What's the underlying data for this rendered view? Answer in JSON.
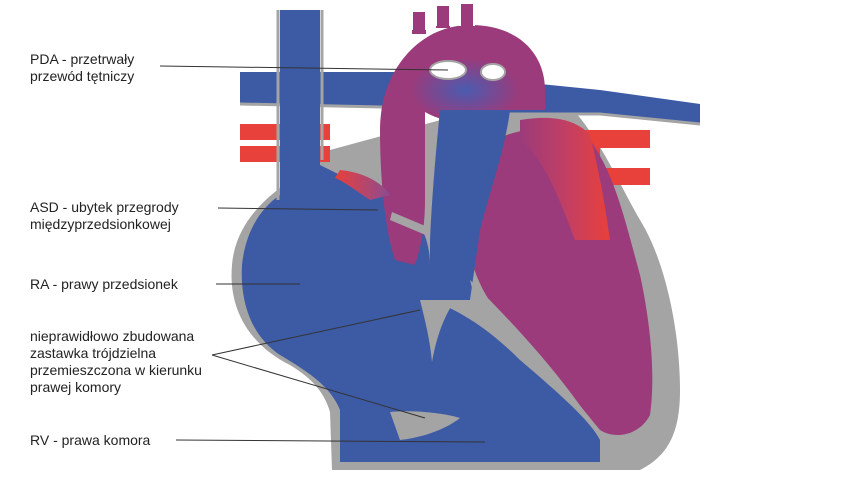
{
  "colors": {
    "venous": "#3d5aa5",
    "arterial": "#e8403a",
    "mixed": "#9b3b7b",
    "wall": "#a4a4a4",
    "leader": "#333333"
  },
  "labels": {
    "pda": [
      "PDA - przetrwały",
      "przewód tętniczy"
    ],
    "asd": [
      "ASD - ubytek przegrody",
      "międzyprzedsionkowej"
    ],
    "ra": [
      "RA - prawy przedsionek"
    ],
    "valve": [
      "nieprawidłowo zbudowana",
      "zastawka trójdzielna",
      "przemieszczona w kierunku",
      "prawej komory"
    ],
    "rv": [
      "RV - prawa komora"
    ]
  }
}
